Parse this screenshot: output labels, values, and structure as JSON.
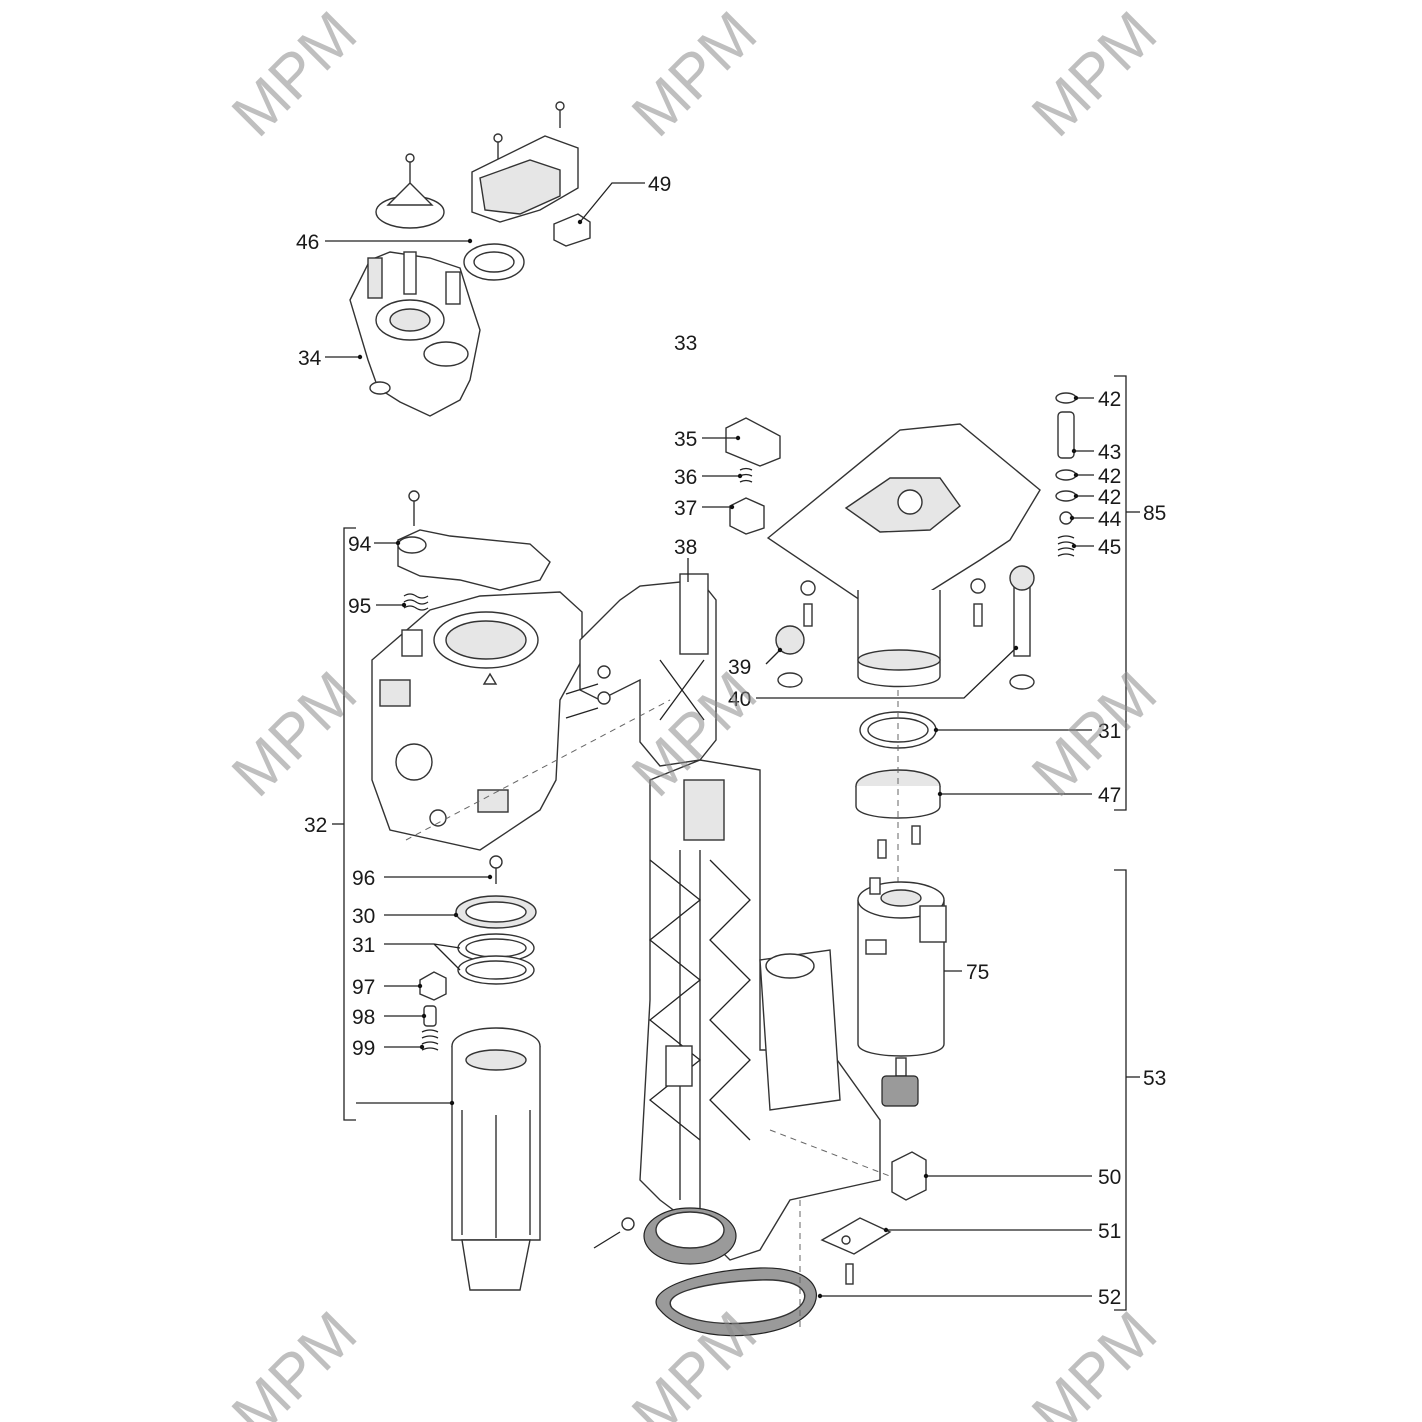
{
  "watermark": "MPM",
  "labels": {
    "l33": "33",
    "l34": "34",
    "l46": "46",
    "l49": "49",
    "l35": "35",
    "l36": "36",
    "l37": "37",
    "l38": "38",
    "l39": "39",
    "l40": "40",
    "l42a": "42",
    "l43": "43",
    "l42b": "42",
    "l42c": "42",
    "l44": "44",
    "l45": "45",
    "l85": "85",
    "l31a": "31",
    "l47": "47",
    "l94": "94",
    "l95": "95",
    "l32": "32",
    "l96": "96",
    "l30": "30",
    "l31b": "31",
    "l97": "97",
    "l98": "98",
    "l99": "99",
    "l75": "75",
    "l53": "53",
    "l50": "50",
    "l51": "51",
    "l52": "52"
  }
}
